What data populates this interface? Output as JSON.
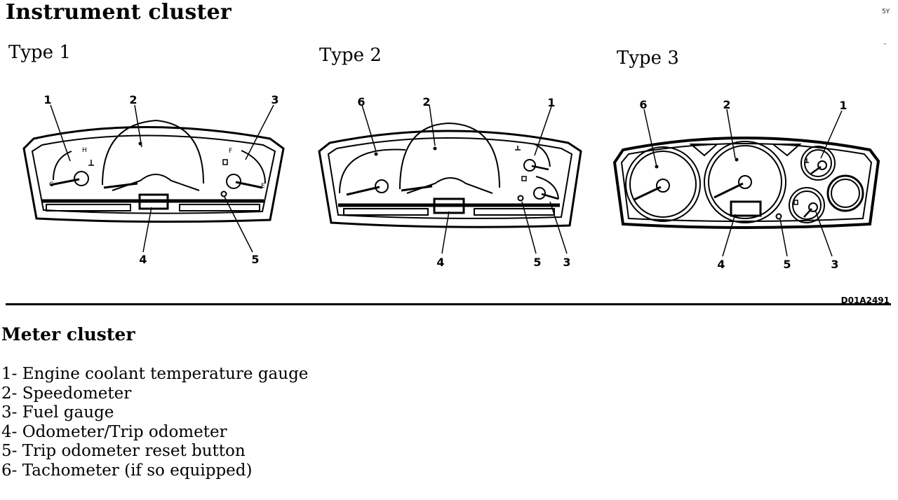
{
  "page": {
    "title": "Instrument cluster",
    "corner_top": "5Y",
    "corner_mid": "–"
  },
  "types": [
    {
      "label": "Type 1",
      "callouts": [
        "1",
        "2",
        "3",
        "4",
        "5"
      ]
    },
    {
      "label": "Type 2",
      "callouts": [
        "6",
        "2",
        "1",
        "4",
        "5",
        "3"
      ]
    },
    {
      "label": "Type 3",
      "callouts": [
        "6",
        "2",
        "1",
        "4",
        "5",
        "3"
      ]
    }
  ],
  "gauge_marks": {
    "hot": "H",
    "cold": "C",
    "full": "F",
    "empty": "E"
  },
  "figure_code": "D01A2491",
  "section": {
    "title": "Meter cluster",
    "items": [
      "1- Engine coolant temperature gauge",
      "2- Speedometer",
      "3- Fuel gauge",
      "4- Odometer/Trip odometer",
      "5- Trip odometer reset button",
      "6- Tachometer (if so equipped)"
    ]
  }
}
